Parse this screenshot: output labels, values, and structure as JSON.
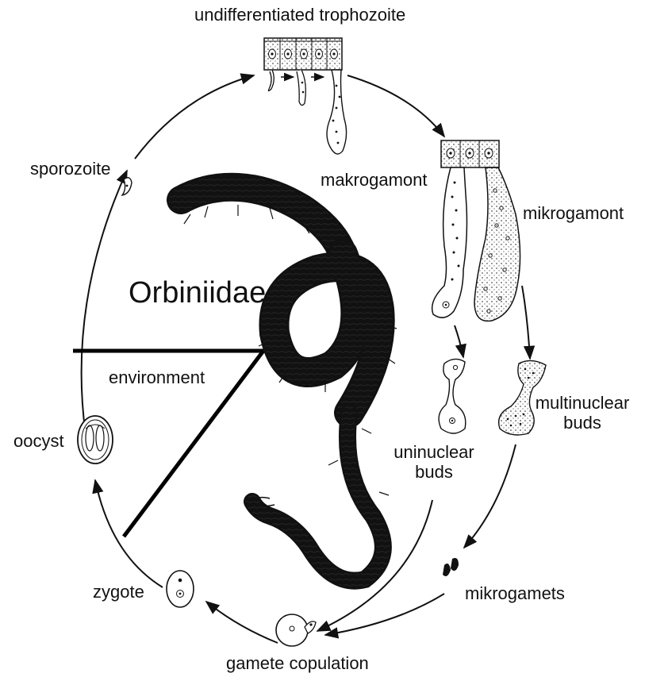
{
  "diagram": {
    "host_name": "Orbiniidae",
    "environment_label": "environment",
    "stages": {
      "undifferentiated_trophozoite": "undifferentiated trophozoite",
      "makrogamont": "makrogamont",
      "mikrogamont": "mikrogamont",
      "uninuclear_buds_line1": "uninuclear",
      "uninuclear_buds_line2": "buds",
      "multinuclear_buds_line1": "multinuclear",
      "multinuclear_buds_line2": "buds",
      "mikrogamets": "mikrogamets",
      "gamete_copulation": "gamete copulation",
      "zygote": "zygote",
      "oocyst": "oocyst",
      "sporozoite": "sporozoite"
    },
    "colors": {
      "ink": "#111111",
      "stipple": "#444444",
      "background": "#ffffff"
    }
  }
}
